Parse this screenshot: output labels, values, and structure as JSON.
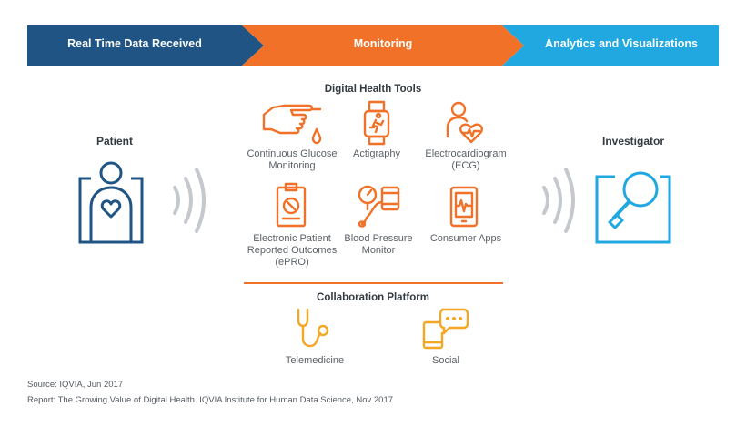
{
  "flow": {
    "steps": [
      {
        "label": "Real Time Data Received",
        "color": "#1f5485"
      },
      {
        "label": "Monitoring",
        "color": "#f07127"
      },
      {
        "label": "Analytics and Visualizations",
        "color": "#22a8e0"
      }
    ]
  },
  "actors": {
    "patient": {
      "label": "Patient",
      "icon": "patient-heart-icon",
      "color": "#1f5485"
    },
    "investigator": {
      "label": "Investigator",
      "icon": "magnifier-icon",
      "color": "#22a8e0"
    }
  },
  "digital_health_tools": {
    "title": "Digital Health Tools",
    "color": "#f07127",
    "tools": [
      {
        "label": "Continuous Glucose\nMonitoring",
        "icon": "finger-prick-icon"
      },
      {
        "label": "Actigraphy",
        "icon": "smartwatch-icon"
      },
      {
        "label": "Electrocardiogram\n(ECG)",
        "icon": "ecg-person-icon"
      },
      {
        "label": "Electronic Patient\nReported Outcomes\n(ePRO)",
        "icon": "clipboard-icon"
      },
      {
        "label": "Blood Pressure\nMonitor",
        "icon": "blood-pressure-icon"
      },
      {
        "label": "Consumer Apps",
        "icon": "tablet-app-icon"
      }
    ]
  },
  "collaboration_platform": {
    "title": "Collaboration Platform",
    "color": "#f5a623",
    "items": [
      {
        "label": "Telemedicine",
        "icon": "stethoscope-icon"
      },
      {
        "label": "Social",
        "icon": "phone-chat-icon"
      }
    ]
  },
  "footnotes": {
    "source": "Source: IQVIA, Jun 2017",
    "report": "Report: The Growing Value of Digital Health. IQVIA Institute for Human Data Science, Nov 2017"
  }
}
